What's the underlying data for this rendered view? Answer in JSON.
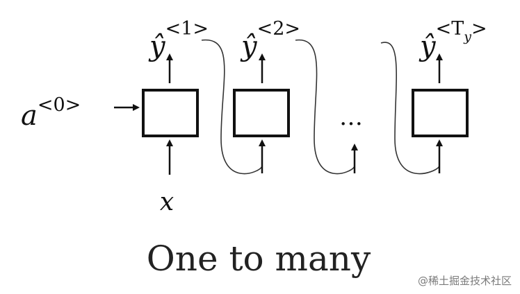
{
  "diagram": {
    "input_state": {
      "base": "a",
      "superscript": "<0>"
    },
    "input": "x",
    "outputs": [
      {
        "base": "ŷ",
        "superscript": "<1>",
        "superscript_sub": ""
      },
      {
        "base": "ŷ",
        "superscript": "<2>",
        "superscript_sub": ""
      },
      {
        "base": "ŷ",
        "superscript": "<T",
        "superscript_sub": "y",
        "superscript_close": ">"
      }
    ],
    "ellipsis": "…",
    "caption": "One to many"
  },
  "watermark": "@稀土掘金技术社区",
  "colors": {
    "ink": "#111111",
    "watermark": "#7a7a7a",
    "background": "#ffffff"
  }
}
